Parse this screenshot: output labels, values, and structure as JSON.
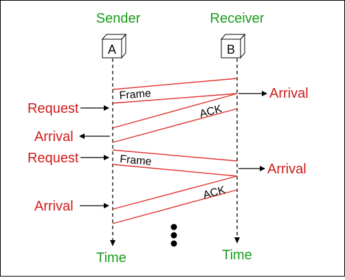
{
  "labels": {
    "sender": "Sender",
    "receiver": "Receiver",
    "node_a": "A",
    "node_b": "B",
    "time_left": "Time",
    "time_right": "Time",
    "frame_1": "Frame",
    "frame_2": "Frame",
    "ack_1": "ACK",
    "ack_2": "ACK",
    "request_1": "Request",
    "request_2": "Request",
    "arrival_left_1": "Arrival",
    "arrival_left_2": "Arrival",
    "arrival_right_1": "Arrival",
    "arrival_right_2": "Arrival"
  },
  "colors": {
    "signal": "#e0302a",
    "node_label": "#1a9c1a",
    "event_label": "#d11a1a",
    "frame_border": "#000000"
  }
}
